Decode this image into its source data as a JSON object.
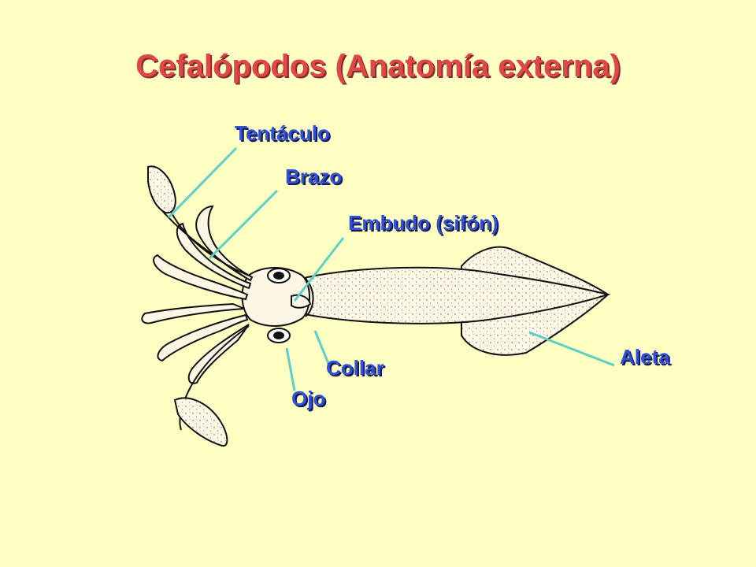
{
  "title": "Cefalópodos (Anatomía externa)",
  "labels": {
    "tentaculo": "Tentáculo",
    "brazo": "Brazo",
    "embudo": "Embudo (sifón)",
    "aleta": "Aleta",
    "collar": "Collar",
    "ojo": "Ojo"
  },
  "colors": {
    "background": "#ffffc4",
    "title": "#e04848",
    "label": "#2f52d6",
    "pointer": "#5ecfc4"
  }
}
